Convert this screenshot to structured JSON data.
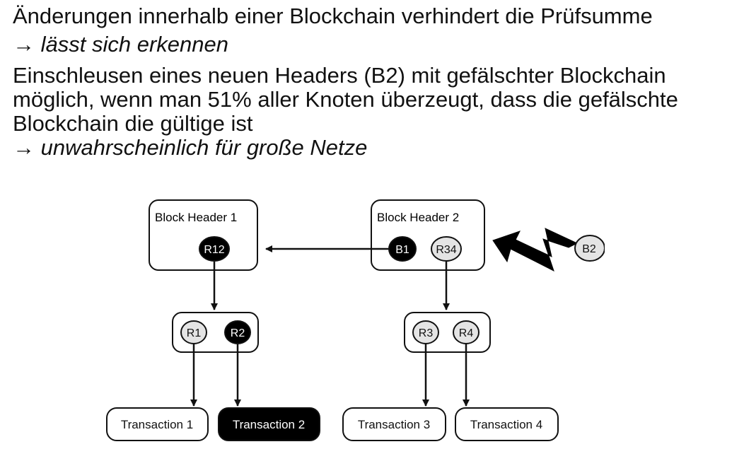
{
  "text": {
    "line1": "Änderungen innerhalb einer Blockchain verhindert die Prüfsumme",
    "line1_conclusion": "→ lässt sich erkennen",
    "line2": "Einschleusen eines neuen Headers (B2) mit gefälschter Blockchain möglich, wenn man 51% aller Knoten überzeugt, dass die gefälschte Blockchain die gültige ist",
    "line2_conclusion": "→ unwahrscheinlich für große Netze"
  },
  "diagram": {
    "block_header_1": {
      "label": "Block Header 1",
      "root": "R12"
    },
    "block_header_2": {
      "label": "Block Header 2",
      "prev": "B1",
      "root": "R34"
    },
    "attacker_header": "B2",
    "left_pair": [
      "R1",
      "R2"
    ],
    "right_pair": [
      "R3",
      "R4"
    ],
    "transactions": [
      "Transaction 1",
      "Transaction 2",
      "Transaction 3",
      "Transaction 4"
    ]
  },
  "colors": {
    "dark_fill": "#000000",
    "light_fill": "#e4e4e4",
    "stroke": "#111111"
  }
}
